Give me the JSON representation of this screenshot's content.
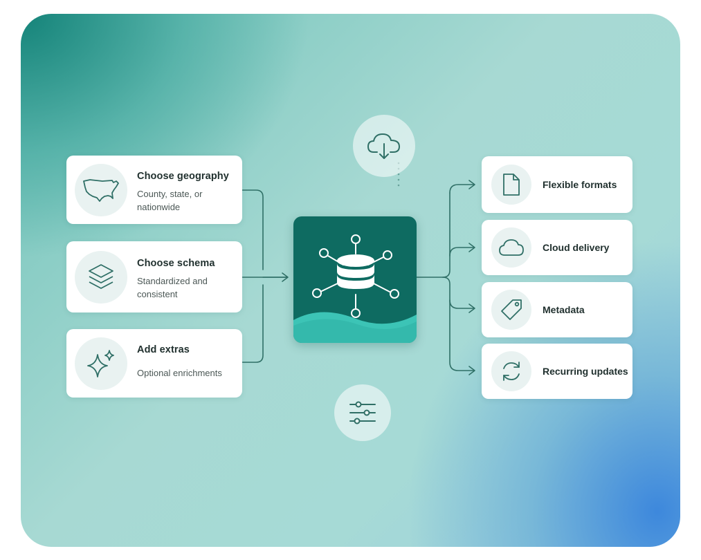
{
  "inputs": [
    {
      "title": "Choose geography",
      "subtitle": "County, state, or nationwide",
      "icon": "us-map-icon"
    },
    {
      "title": "Choose schema",
      "subtitle": "Standardized and consistent",
      "icon": "layers-icon"
    },
    {
      "title": "Add extras",
      "subtitle": "Optional enrichments",
      "icon": "sparkle-icon"
    }
  ],
  "outputs": [
    {
      "label": "Flexible formats",
      "icon": "file-icon"
    },
    {
      "label": "Cloud delivery",
      "icon": "cloud-icon"
    },
    {
      "label": "Metadata",
      "icon": "tag-icon"
    },
    {
      "label": "Recurring updates",
      "icon": "refresh-icon"
    }
  ],
  "hub": {
    "icon": "database-network-icon"
  },
  "top_bubble": {
    "icon": "cloud-download-icon"
  },
  "bottom_bubble": {
    "icon": "sliders-icon"
  },
  "colors": {
    "accent": "#0e6b61",
    "accent_light": "#3cc4b6",
    "line": "#2f6f66",
    "card": "#ffffff"
  }
}
